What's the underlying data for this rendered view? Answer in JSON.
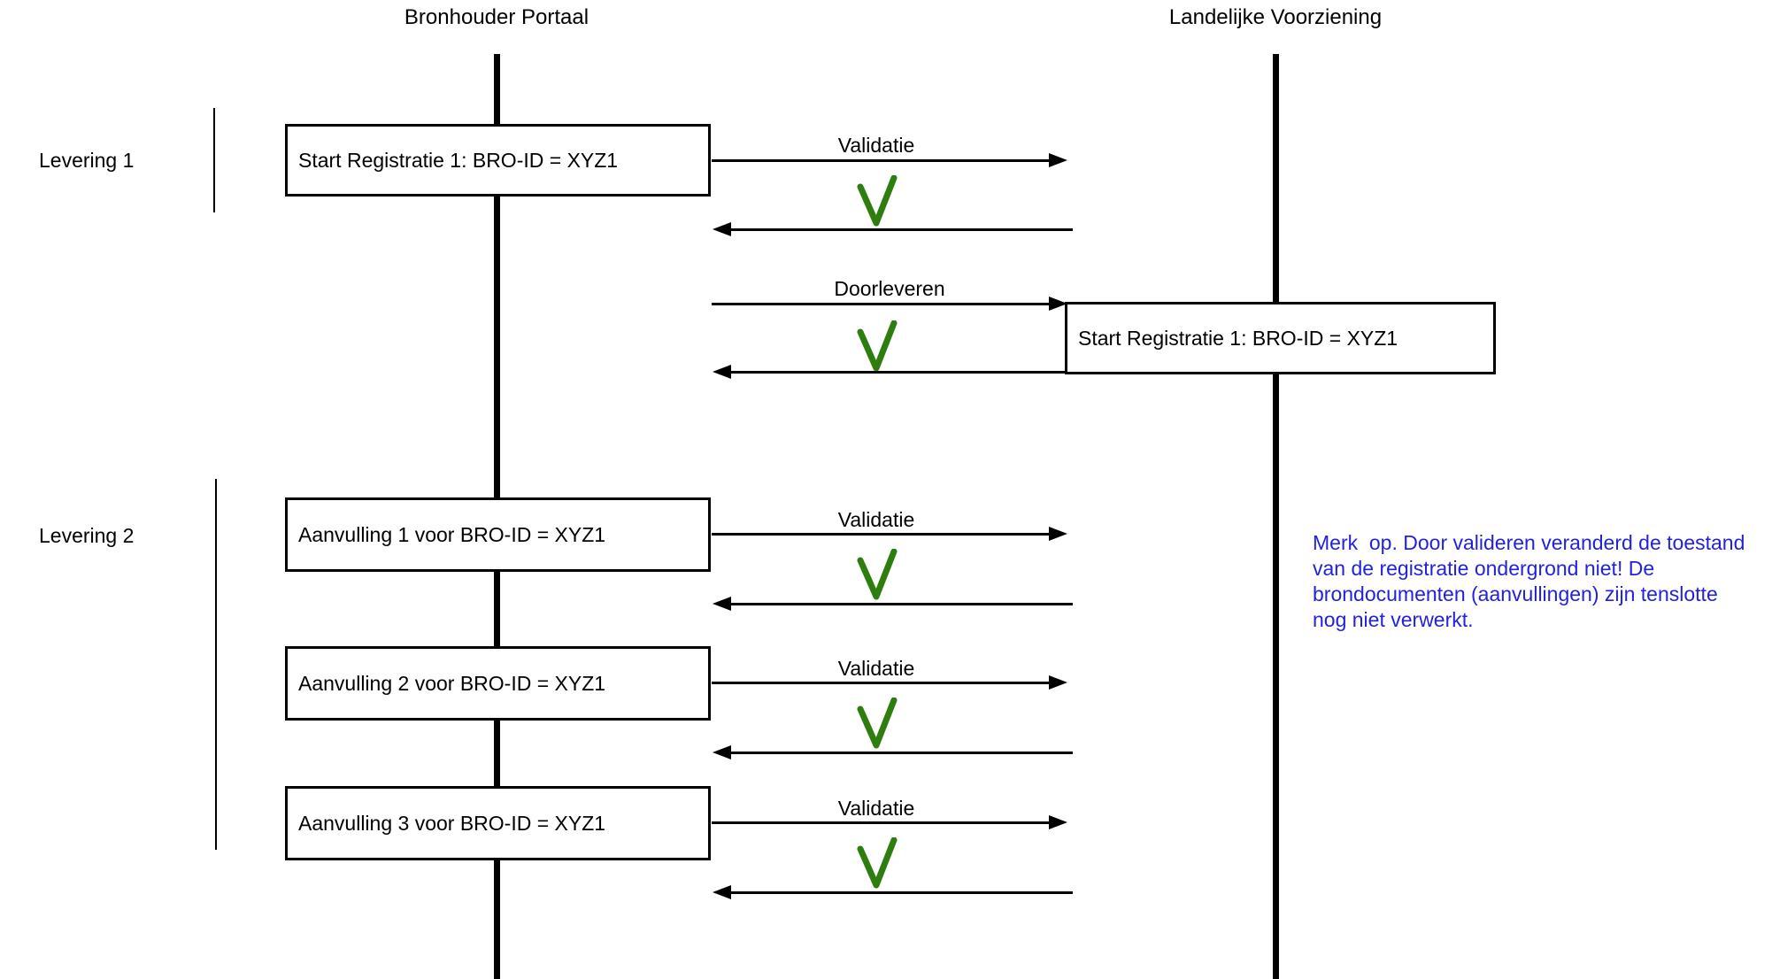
{
  "actors": {
    "left": "Bronhouder Portaal",
    "right": "Landelijke Voorziening"
  },
  "groups": {
    "levering1": "Levering 1",
    "levering2": "Levering 2"
  },
  "boxes": {
    "start_registratie_portaal": "Start Registratie 1: BRO-ID = XYZ1",
    "start_registratie_lv": "Start Registratie 1: BRO-ID = XYZ1",
    "aanvulling_1": "Aanvulling 1 voor BRO-ID = XYZ1",
    "aanvulling_2": "Aanvulling 2 voor BRO-ID = XYZ1",
    "aanvulling_3": "Aanvulling 3 voor BRO-ID = XYZ1"
  },
  "labels": {
    "validatie": "Validatie",
    "doorleveren": "Doorleveren"
  },
  "icons": {
    "check": "validation-success-check"
  },
  "note": {
    "text": "Merk  op. Door valideren veranderd de toestand\nvan de registratie ondergrond niet! De\nbrondocumenten (aanvullingen) zijn tenslotte\nnog niet verwerkt.",
    "color": "#2222dd"
  },
  "colors": {
    "check_green": "#2e7d0f",
    "line_black": "#000000",
    "background": "#ffffff"
  }
}
